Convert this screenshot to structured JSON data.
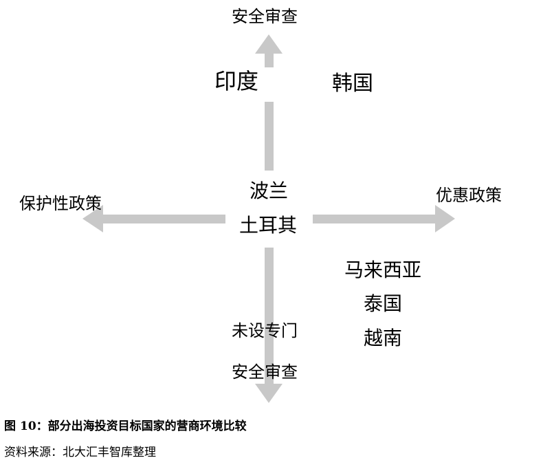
{
  "axes": {
    "top_label": "安全审查",
    "bottom_label_line1": "未设专门",
    "bottom_label_line2": "安全审查",
    "left_label": "保护性政策",
    "right_label": "优惠政策",
    "arrow_color": "#c8c8c8"
  },
  "countries": {
    "upper_left": [
      "印度"
    ],
    "upper_right": [
      "韩国"
    ],
    "center": [
      "波兰",
      "土耳其"
    ],
    "lower_right": [
      "马来西亚",
      "泰国",
      "越南"
    ]
  },
  "caption": {
    "prefix": "图",
    "number": "10：",
    "title": "部分出海投资目标国家的营商环境比较"
  },
  "source": "资料来源：北大汇丰智库整理"
}
